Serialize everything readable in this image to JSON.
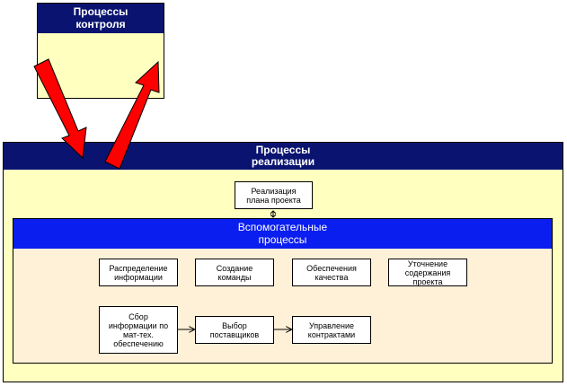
{
  "control": {
    "title": "Процессы\nконтроля"
  },
  "implementation": {
    "title": "Процессы\nреализации",
    "plan_node": "Реализация\nплана проекта"
  },
  "support": {
    "title": "Вспомогательные\nпроцессы",
    "nodes": [
      "Распределение\nинформации",
      "Создание\nкоманды",
      "Обеспечения\nкачества",
      "Уточнение\nсодержания\nпроекта",
      "Сбор\nинформации по\nмат-тех.\nобеспечению",
      "Выбор\nпоставщиков",
      "Управление\nконтрактами"
    ]
  },
  "colors": {
    "header_dark": "#0a1470",
    "header_blue": "#0a1ef0",
    "box_fill": "#ffffc0",
    "inner_fill": "#fff0d8",
    "arrow_red": "#ff0000"
  }
}
